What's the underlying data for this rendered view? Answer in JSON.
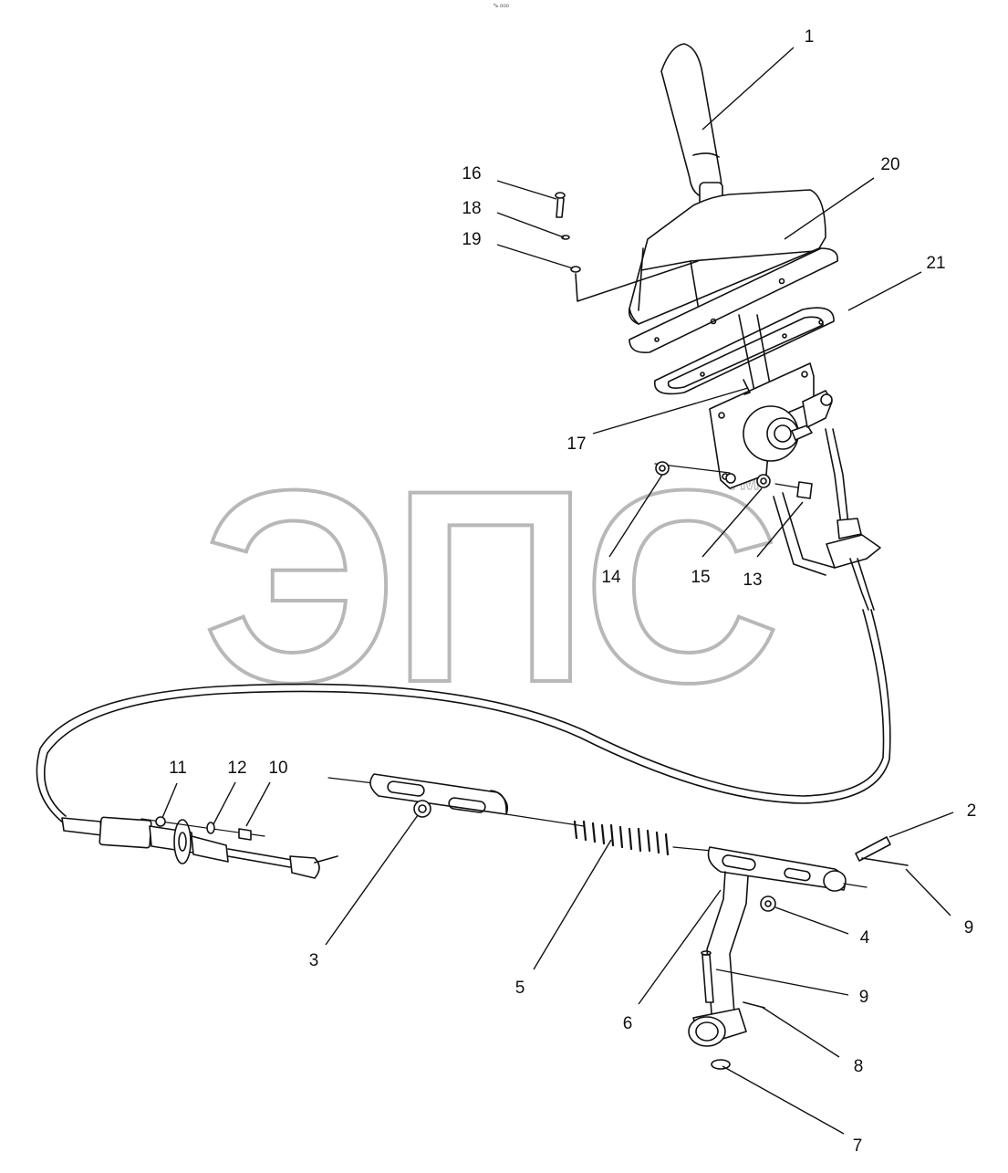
{
  "top_mark": "ºь ооо",
  "watermark": {
    "text": "ЭПС",
    "tm": "TM"
  },
  "callouts": [
    "1",
    "2",
    "3",
    "4",
    "5",
    "6",
    "7",
    "8",
    "9",
    "9",
    "10",
    "11",
    "12",
    "13",
    "14",
    "15",
    "16",
    "17",
    "18",
    "19",
    "20",
    "21"
  ]
}
